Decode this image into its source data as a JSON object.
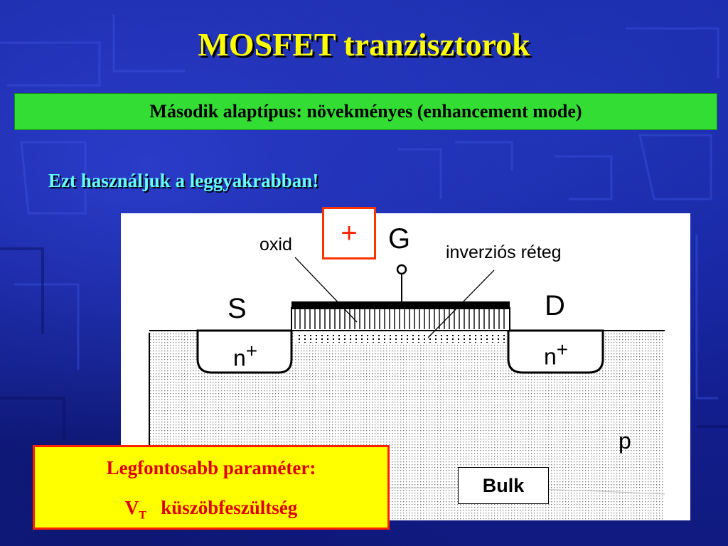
{
  "title": "MOSFET tranzisztorok",
  "subtitle": "Második alaptípus: növekményes (enhancement mode)",
  "note": "Ezt használjuk a leggyakrabban!",
  "diagram": {
    "oxid_label": "oxid",
    "gate_label": "G",
    "inversion_label": "inverziós réteg",
    "source_label": "S",
    "drain_label": "D",
    "n_label": "n",
    "n_plus": "+",
    "substrate_label": "p",
    "gate_voltage_sign": "+",
    "bulk_label": "Bulk"
  },
  "key_parameter": {
    "heading": "Legfontosabb paraméter:",
    "symbol": "V",
    "symbol_subscript": "T",
    "name": "küszöbfeszültség"
  },
  "colors": {
    "background": "#1a2a9a",
    "title": "#ffff00",
    "subtitle_box": "#33dd33",
    "note_text": "#66ffff",
    "param_box": "#ffff00",
    "param_text": "#dd0000",
    "plus_border": "#ff3300"
  }
}
